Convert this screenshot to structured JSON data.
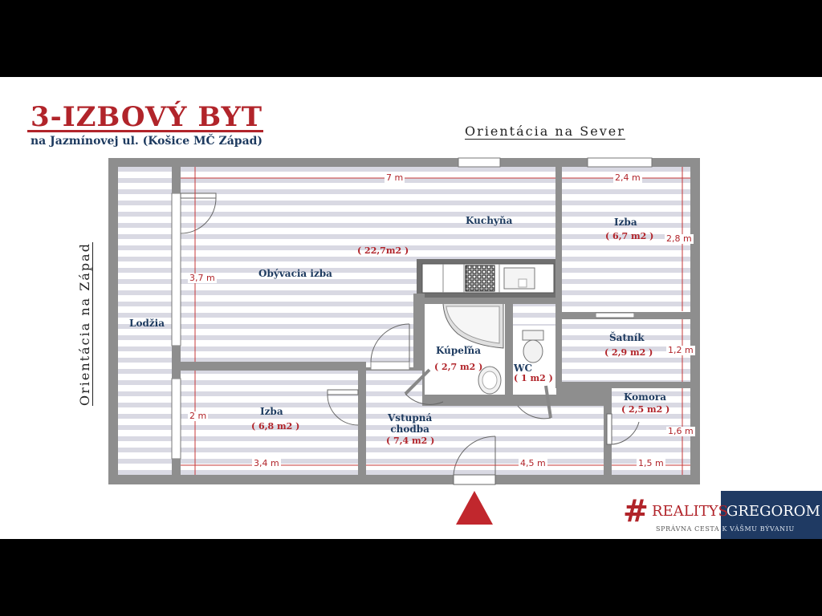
{
  "header": {
    "title": "3-IZBOVÝ BYT",
    "subtitle": "na Jazmínovej ul. (Košice MČ Západ)",
    "orientation_north": "Orientácia na Sever",
    "orientation_west": "Orientácia na Západ"
  },
  "rooms": {
    "kuchyna": "Kuchyňa",
    "obyvacia": "Obývacia izba",
    "obyvacia_area": "( 22,7m2 )",
    "izba_ne": "Izba",
    "izba_ne_area": "( 6,7 m2 )",
    "lodzia": "Lodžia",
    "kupelna": "Kúpeľňa",
    "kupelna_area": "( 2,7 m2 )",
    "wc": "WC",
    "wc_area": "( 1 m2 )",
    "satnik": "Šatník",
    "satnik_area": "( 2,9 m2 )",
    "izba_sw": "Izba",
    "izba_sw_area": "( 6,8 m2 )",
    "chodba": "Vstupná\nchodba",
    "chodba_area": "( 7,4 m2 )",
    "komora": "Komora",
    "komora_area": "( 2,5 m2 )"
  },
  "dimensions": {
    "d7m": "7 m",
    "d24m": "2,4 m",
    "d28m": "2,8 m",
    "d37m": "3,7 m",
    "d12m": "1,2 m",
    "d2m": "2 m",
    "d16m": "1,6 m",
    "d34m": "3,4 m",
    "d45m": "4,5 m",
    "d15m": "1,5 m"
  },
  "brand": {
    "hash": "#",
    "name_red": "REALITYS",
    "name_blue": "GREGOROM",
    "tagline_a": "SPRÁVNA CESTA",
    "tagline_b": "K VÁŠMU BÝVANIU"
  },
  "colors": {
    "accent_red": "#b1242a",
    "label_blue": "#1d3a5f",
    "brand_blue": "#1f3a63",
    "wall_gray": "#8e8e8e"
  }
}
